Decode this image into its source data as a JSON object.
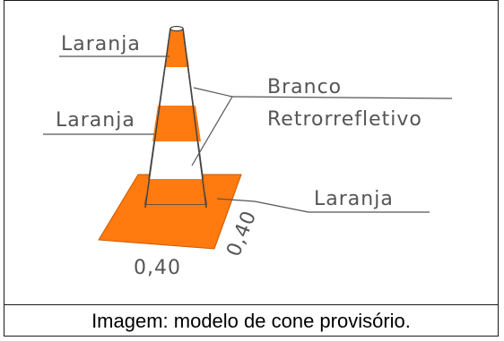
{
  "labels": {
    "laranja_top": "Laranja",
    "laranja_mid": "Laranja",
    "branco_line1": "Branco",
    "branco_line2": "Retrorrefletivo",
    "laranja_base": "Laranja",
    "dim_width": "0,40",
    "dim_depth": "0,40"
  },
  "caption": "Imagem: modelo de cone provisório.",
  "colors": {
    "orange": "#ff7a0f",
    "white": "#ffffff",
    "line": "#555555"
  }
}
